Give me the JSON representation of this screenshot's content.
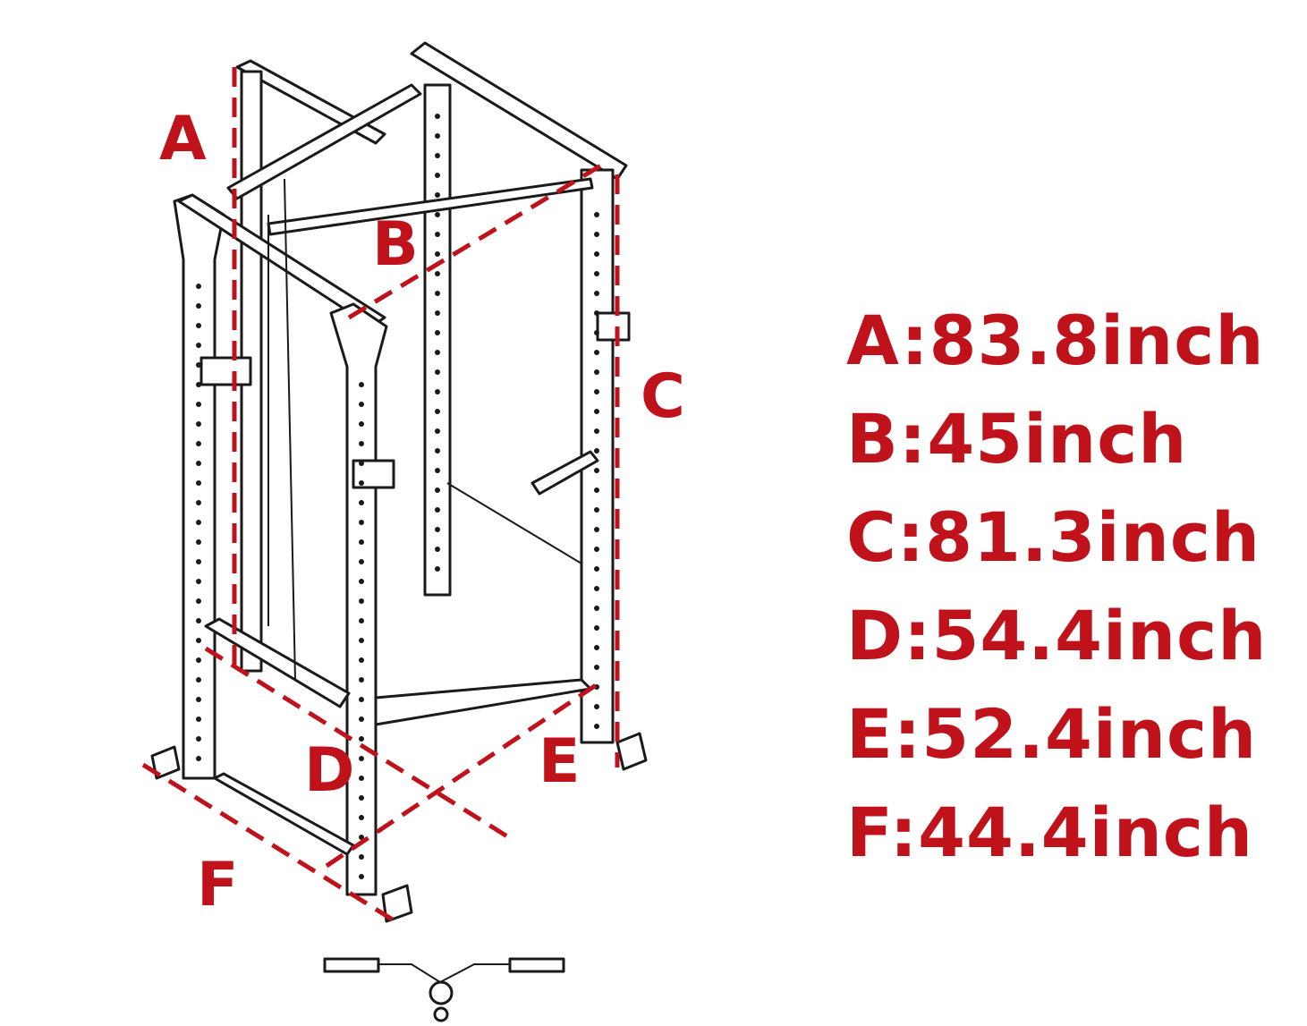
{
  "accent_color": "#c0121b",
  "labels": {
    "A": "A",
    "B": "B",
    "C": "C",
    "D": "D",
    "E": "E",
    "F": "F"
  },
  "dimensions": [
    {
      "key": "A",
      "text": "A:83.8inch",
      "value": 83.8,
      "unit": "inch"
    },
    {
      "key": "B",
      "text": "B:45inch",
      "value": 45,
      "unit": "inch"
    },
    {
      "key": "C",
      "text": "C:81.3inch",
      "value": 81.3,
      "unit": "inch"
    },
    {
      "key": "D",
      "text": "D:54.4inch",
      "value": 54.4,
      "unit": "inch"
    },
    {
      "key": "E",
      "text": "E:52.4inch",
      "value": 52.4,
      "unit": "inch"
    },
    {
      "key": "F",
      "text": "F:44.4inch",
      "value": 44.4,
      "unit": "inch"
    }
  ]
}
